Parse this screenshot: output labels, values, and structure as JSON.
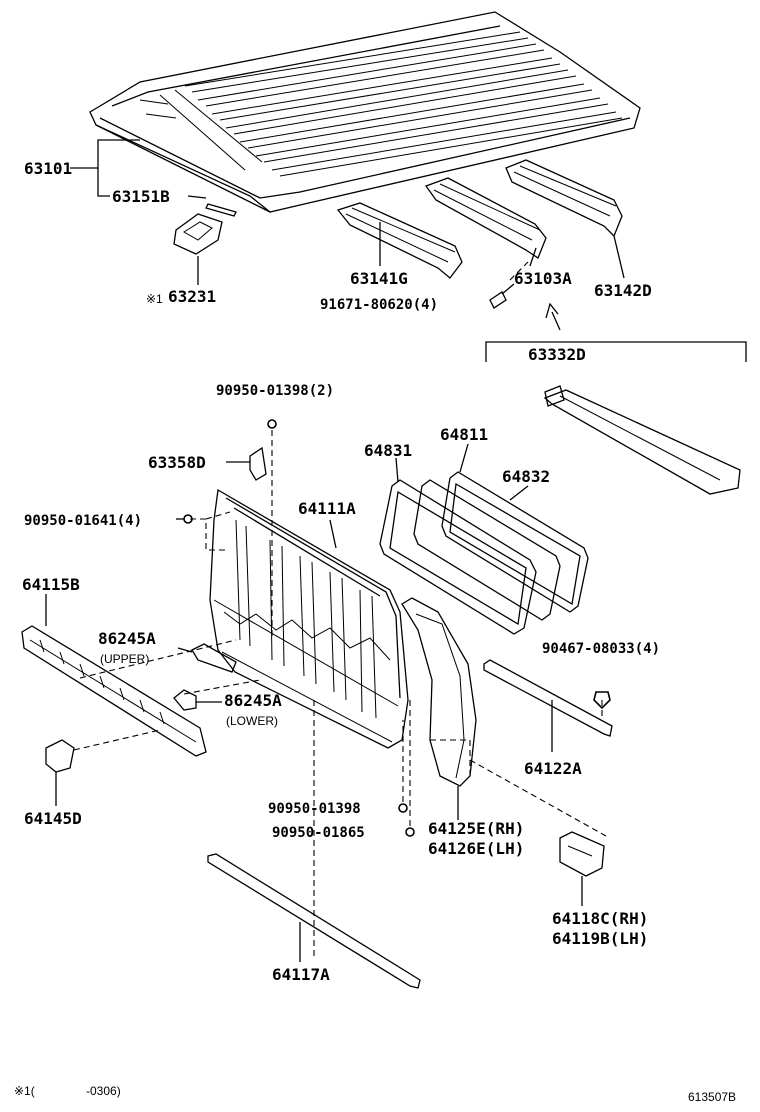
{
  "labels": {
    "p63101": "63101",
    "p63151b": "63151B",
    "p63231_mark": "※1",
    "p63231": "63231",
    "p63141g": "63141G",
    "p91671": "91671-80620(4)",
    "p63103a": "63103A",
    "p63142d": "63142D",
    "p63332d": "63332D",
    "p90950_01398_2": "90950-01398(2)",
    "p63358d": "63358D",
    "p90950_01641": "90950-01641(4)",
    "p64111a": "64111A",
    "p64831": "64831",
    "p64811": "64811",
    "p64832": "64832",
    "p64115b": "64115B",
    "p86245a_upper": "86245A",
    "upper_note": "(UPPER)",
    "p86245a_lower": "86245A",
    "lower_note": "(LOWER)",
    "p90467": "90467-08033(4)",
    "p64122a": "64122A",
    "p64145d": "64145D",
    "p90950_01398": "90950-01398",
    "p90950_01865": "90950-01865",
    "p64125e": "64125E(RH)",
    "p64126e": "64126E(LH)",
    "p64118c": "64118C(RH)",
    "p64119b": "64119B(LH)",
    "p64117a": "64117A"
  },
  "footnote": {
    "mark": "※1(",
    "range": "-0306)",
    "code": "613507B"
  }
}
